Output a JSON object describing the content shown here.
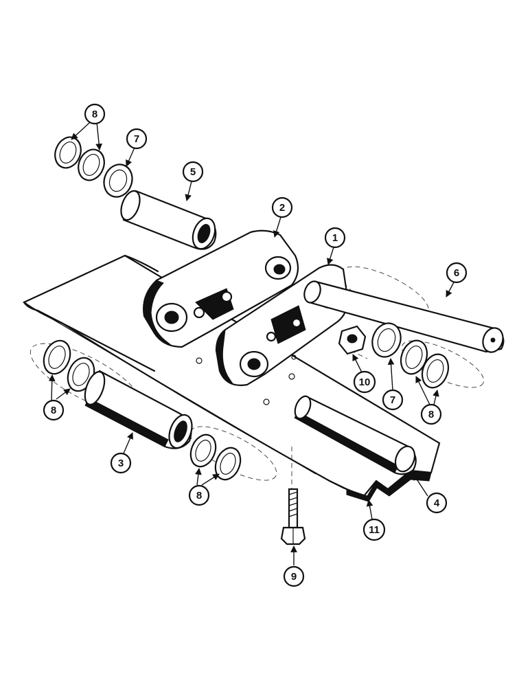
{
  "callouts": [
    "1",
    "2",
    "3",
    "4",
    "5",
    "6",
    "7",
    "7",
    "8",
    "8",
    "8",
    "8",
    "9",
    "10",
    "11"
  ],
  "colors": {
    "ink": "#111111",
    "paper": "#ffffff"
  }
}
